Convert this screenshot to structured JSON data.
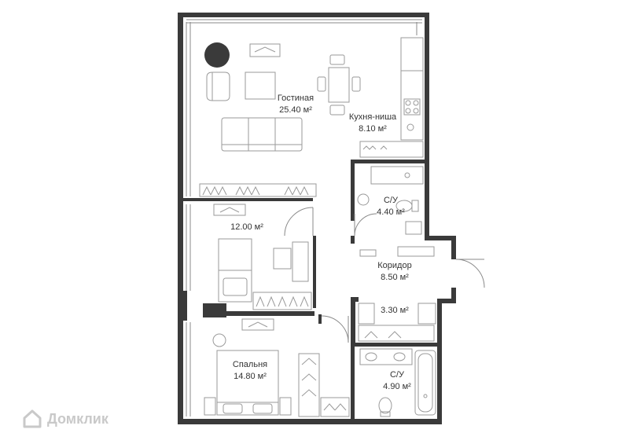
{
  "rooms": {
    "living": {
      "name": "Гостиная",
      "area": "25.40 м²"
    },
    "kitchen": {
      "name": "Кухня-ниша",
      "area": "8.10 м²"
    },
    "bath1": {
      "name": "С/У",
      "area": "4.40 м²"
    },
    "room": {
      "area": "12.00 м²"
    },
    "corridor": {
      "name": "Коридор",
      "area": "8.50 м²"
    },
    "closet": {
      "area": "3.30 м²"
    },
    "bedroom": {
      "name": "Спальня",
      "area": "14.80 м²"
    },
    "bath2": {
      "name": "С/У",
      "area": "4.90 м²"
    }
  },
  "watermark": {
    "text": "Домклик",
    "icon": "house-logo-icon"
  },
  "colors": {
    "wall": "#3a3a3a",
    "line": "#888888",
    "furniture": "#9a9a9a",
    "label": "#333333",
    "watermark": "#c9c9c9"
  }
}
